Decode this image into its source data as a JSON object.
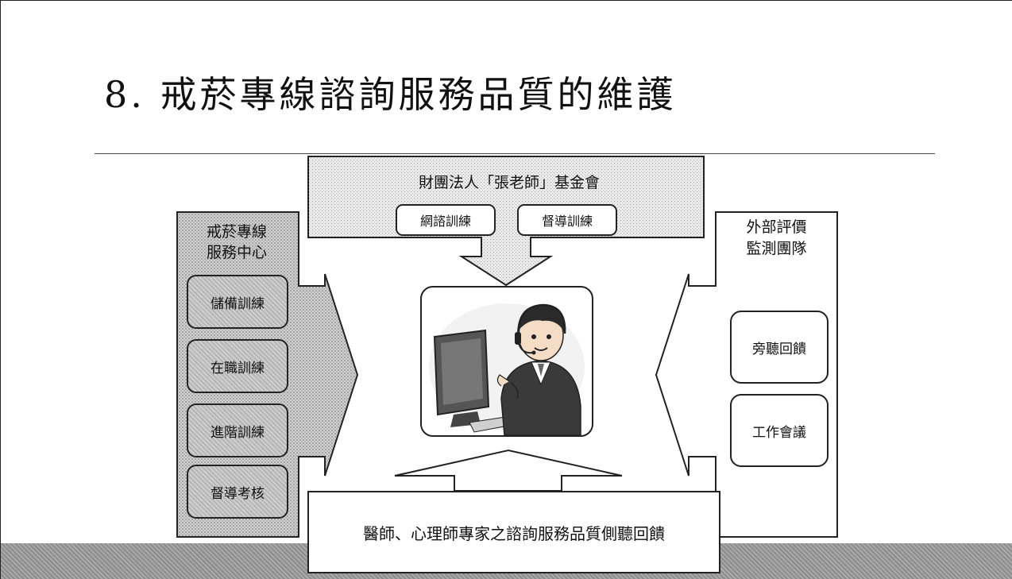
{
  "slide": {
    "title": "8. 戒菸專線諮詢服務品質的維護"
  },
  "top_box": {
    "heading": "財團法人「張老師」基金會",
    "items": [
      "網諮訓練",
      "督導訓練"
    ]
  },
  "left_box": {
    "heading_line1": "戒菸專線",
    "heading_line2": "服務中心",
    "items": [
      "儲備訓練",
      "在職訓練",
      "進階訓練",
      "督導考核"
    ]
  },
  "right_box": {
    "heading_line1": "外部評價",
    "heading_line2": "監測團隊",
    "items": [
      "旁聽回饋",
      "工作會議"
    ]
  },
  "bottom_box": {
    "text": "醫師、心理師專家之諮詢服務品質側聽回饋"
  },
  "colors": {
    "outline": "#222222",
    "gray_fill": "#c4c4c4",
    "dark_band": "#9a9a9a"
  },
  "icons": [
    "operator-illustration-icon",
    "computer-monitor-icon",
    "headset-icon"
  ]
}
